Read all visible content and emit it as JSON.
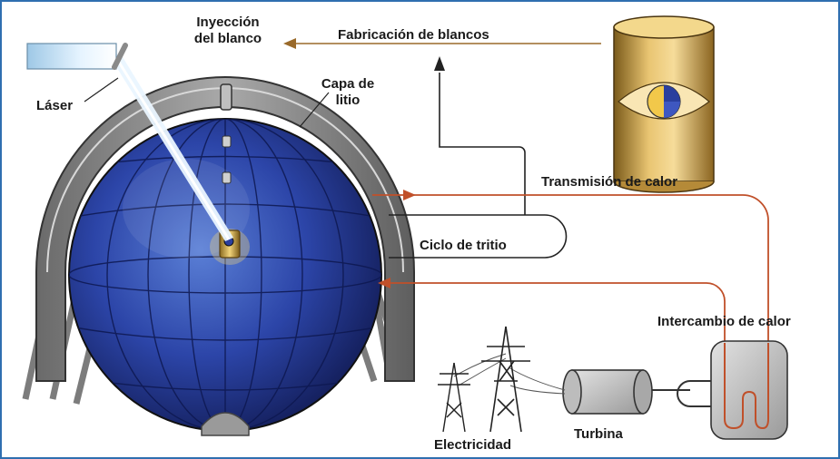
{
  "labels": {
    "target_injection_line1": "Inyección",
    "target_injection_line2": "del blanco",
    "target_fabrication": "Fabricación de blancos",
    "laser": "Láser",
    "lithium_layer_line1": "Capa de",
    "lithium_layer_line2": "litio",
    "heat_transmission": "Transmisión de calor",
    "tritium_cycle": "Ciclo de tritio",
    "heat_exchange": "Intercambio de calor",
    "electricity": "Electricidad",
    "turbine": "Turbina"
  },
  "colors": {
    "frame_border": "#2f6fb0",
    "sphere_blue": "#2a3f9e",
    "heat_line": "#c0502a",
    "fabrication_arrow": "#9a6a2a",
    "tritium_line": "#222222"
  }
}
